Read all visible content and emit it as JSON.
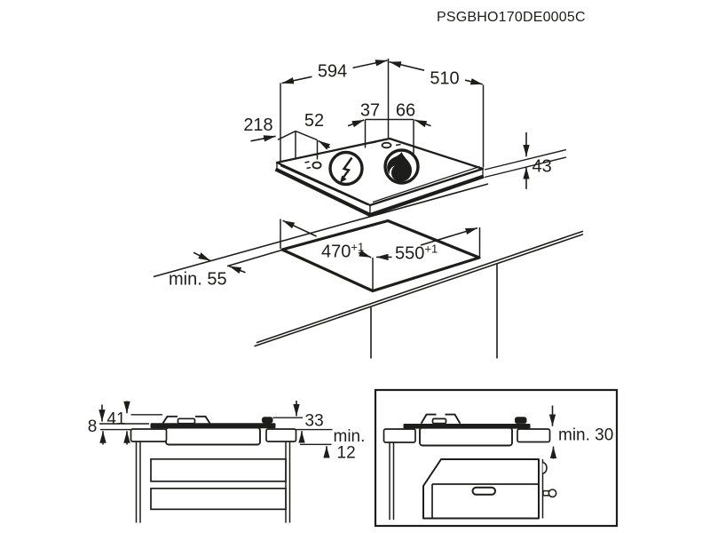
{
  "title": "PSGBHO170DE0005C",
  "colors": {
    "ink": "#1d1d1b",
    "background": "#ffffff"
  },
  "main_view": {
    "description": "isometric view of gas-on-glass hob",
    "dim_width": "594",
    "dim_depth": "510",
    "dim_burner_left": "37",
    "dim_burner_right": "66",
    "dim_control_offset": "218",
    "dim_control_width": "52",
    "dim_height": "43",
    "icons": {
      "left_burner": "lightning-circle-icon",
      "right_burner": "flame-circle-icon"
    }
  },
  "cutout_view": {
    "description": "worktop cut-out",
    "dim_cutout_width": "470",
    "tol_cutout_width": "+1",
    "dim_cutout_depth": "550",
    "tol_cutout_depth": "+1",
    "dim_rear_clearance": "min. 55"
  },
  "left_section_view": {
    "description": "cross-section above drawer unit",
    "dim_support_height": "41",
    "dim_glass_height": "8",
    "dim_knob_height": "33",
    "clearance_prefix": "min.",
    "clearance_value": "12"
  },
  "right_section_view": {
    "description": "cross-section above built-in oven",
    "dim_min_thickness": "min. 30"
  }
}
